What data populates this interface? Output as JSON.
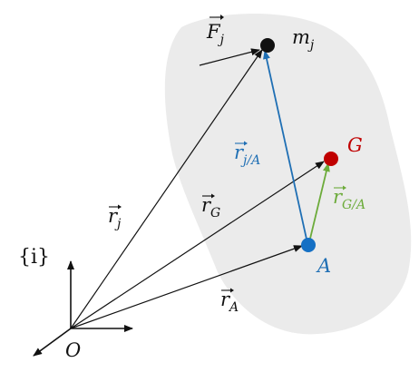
{
  "colors": {
    "body_fill": "#ebebeb",
    "black": "#111111",
    "blue": "#1f6fb4",
    "green": "#6cab3a",
    "red": "#c00000",
    "point_blue": "#1570c4",
    "point_red": "#c00000"
  },
  "labels": {
    "frame": "{i}",
    "origin": "O",
    "point_A": "A",
    "point_G": "G",
    "mass": {
      "main": "m",
      "sub": "j"
    },
    "force": {
      "main": "F",
      "sub": "j"
    },
    "r_j": {
      "main": "r",
      "sub": "j"
    },
    "r_G": {
      "main": "r",
      "sub": "G"
    },
    "r_A": {
      "main": "r",
      "sub": "A"
    },
    "r_jA": {
      "main": "r",
      "sub": "j/A"
    },
    "r_GA": {
      "main": "r",
      "sub": "G/A"
    }
  }
}
